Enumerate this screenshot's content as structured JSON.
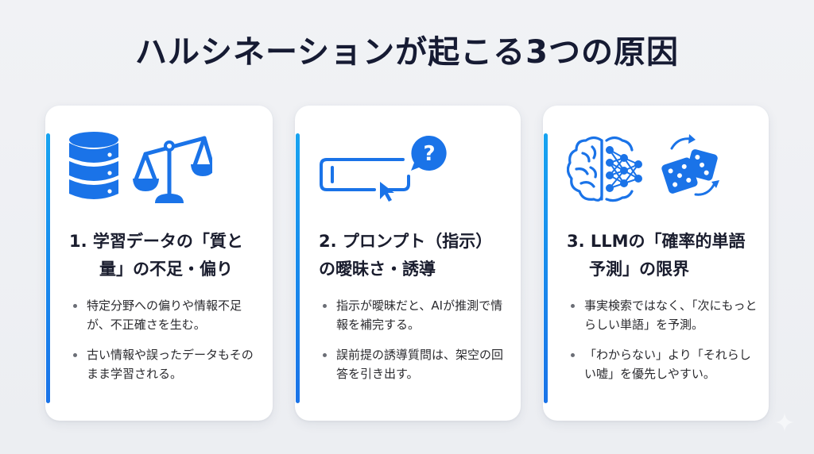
{
  "title": "ハルシネーションが起こる3つの原因",
  "colors": {
    "accent": "#1a73e8",
    "accent_light": "#17a3f0",
    "title": "#161b33",
    "text": "#2a2a2e",
    "background": "#eef0f4",
    "card": "#ffffff"
  },
  "cards": [
    {
      "icons": [
        "database-icon",
        "balance-scale-icon"
      ],
      "heading_line1": "1. 学習データの「質と",
      "heading_line2": "量」の不足・偏り",
      "bullets": [
        "特定分野への偏りや情報不足が、不正確さを生む。",
        "古い情報や誤ったデータもそのまま学習される。"
      ]
    },
    {
      "icons": [
        "prompt-input-cursor-icon",
        "question-bubble-icon"
      ],
      "heading_line1": "2. プロンプト（指示）",
      "heading_line2": "の曖昧さ・誘導",
      "bullets": [
        "指示が曖昧だと、AIが推測で情報を補完する。",
        "誤前提の誘導質問は、架空の回答を引き出す。"
      ]
    },
    {
      "icons": [
        "brain-neural-network-icon",
        "dice-icon"
      ],
      "heading_line1": "3. LLMの「確率的単語",
      "heading_line2": "予測」の限界",
      "bullets": [
        "事実検索ではなく、「次にもっとらしい単語」を予測。",
        "「わからない」より「それらしい嘘」を優先しやすい。"
      ]
    }
  ]
}
